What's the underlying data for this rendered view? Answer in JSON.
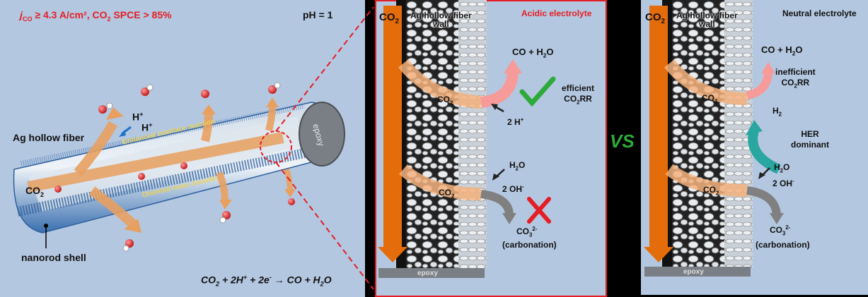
{
  "left_panel": {
    "headline_j": "j",
    "headline_co_sub": "CO",
    "headline_rest": " ≥ 4.3 A/cm², CO",
    "headline_2": "2",
    "headline_tail": " SPCE > 85%",
    "ph_label": "pH = 1",
    "h_plus_1": "H",
    "h_plus_2": "H",
    "plus": "+",
    "ag_hollow_fiber": "Ag hollow fiber",
    "co2_label": "CO",
    "co2_sub": "2",
    "enhanced": "Enhanced interface reaction",
    "oriented": "Oriented mass transfer",
    "epoxy": "epoxy",
    "nanorod_shell": "nanorod shell",
    "eq_co2": "CO",
    "eq_2": "2",
    "eq_mid": " + 2H",
    "eq_plus": "+",
    "eq_e": " + 2e",
    "eq_minus": "-",
    "eq_arrow": " → ",
    "eq_prod": "CO + H",
    "eq_h2o_sub": "2",
    "eq_o": "O"
  },
  "acidic_panel": {
    "co2": "CO",
    "co2_sub": "2",
    "wall_line1": "Ag hollow fiber",
    "wall_line2": "wall",
    "title": "Acidic electrolyte",
    "co_h2o": "CO + H",
    "co_h2o_sub": "2",
    "co_h2o_o": "O",
    "efficient_1": "efficient",
    "efficient_2a": "CO",
    "efficient_2sub": "2",
    "efficient_2b": "RR",
    "co2_upper": "CO",
    "co2_upper_sub": "2",
    "two_h": "2 H",
    "two_h_sup": "+",
    "h2o": "H",
    "h2o_sub": "2",
    "h2o_o": "O",
    "two_oh": "2 OH",
    "two_oh_sup": "-",
    "co2_lower": "CO",
    "co2_lower_sub": "2",
    "co3": "CO",
    "co3_sub": "3",
    "co3_sup": "2-",
    "carbonation": "(carbonation)",
    "epoxy": "epoxy"
  },
  "vs_label": "VS",
  "neutral_panel": {
    "co2": "CO",
    "co2_sub": "2",
    "wall_line1": "Ag hollow fiber",
    "wall_line2": "wall",
    "title": "Neutral electrolyte",
    "co_h2o": "CO + H",
    "co_h2o_sub": "2",
    "co_h2o_o": "O",
    "inefficient_1": "inefficient",
    "inefficient_2a": "CO",
    "inefficient_2sub": "2",
    "inefficient_2b": "RR",
    "co2_upper": "CO",
    "co2_upper_sub": "2",
    "h2": "H",
    "h2_sub": "2",
    "her_1": "HER",
    "her_2": "dominant",
    "h2o": "H",
    "h2o_sub": "2",
    "h2o_o": "O",
    "two_oh": "2 OH",
    "two_oh_sup": "-",
    "co2_lower": "CO",
    "co2_lower_sub": "2",
    "co3": "CO",
    "co3_sub": "3",
    "co3_sup": "2-",
    "carbonation": "(carbonation)",
    "epoxy": "epoxy"
  },
  "colors": {
    "panel_bg": "#b4c7e0",
    "accent_red": "#e31e24",
    "arrow_orange": "#e46c0a",
    "vs_green": "#2eaa3a",
    "her_teal": "#2aa6a0"
  }
}
